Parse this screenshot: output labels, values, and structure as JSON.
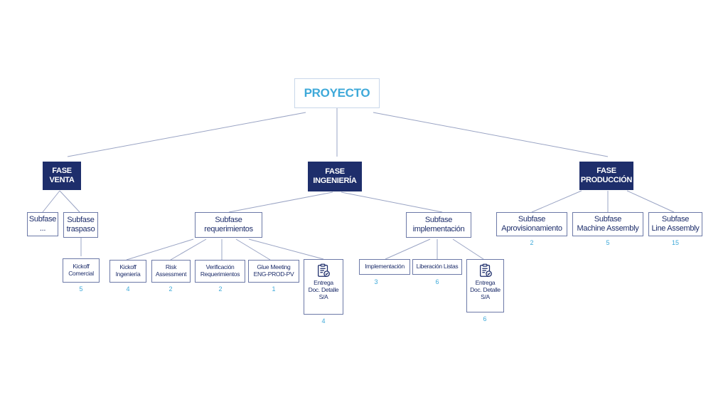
{
  "root": {
    "label": "PROYECTO"
  },
  "phases": {
    "venta": {
      "label": "FASE\nVENTA"
    },
    "ingenieria": {
      "label": "FASE\nINGENIERÍA"
    },
    "produccion": {
      "label": "FASE\nPRODUCCIÓN"
    }
  },
  "subphases": {
    "sub_dots": {
      "label": "Subfase\n..."
    },
    "sub_traspaso": {
      "label": "Subfase\ntraspaso"
    },
    "sub_requerimientos": {
      "label": "Subfase\nrequerimientos"
    },
    "sub_implementacion": {
      "label": "Subfase\nimplementación"
    },
    "sub_aprovisionamiento": {
      "label": "Subfase\nAprovisionamiento",
      "count": "2"
    },
    "sub_machine": {
      "label": "Subfase\nMachine Assembly",
      "count": "5"
    },
    "sub_line": {
      "label": "Subfase\nLine Assembly",
      "count": "15"
    }
  },
  "tasks": {
    "kickoff_comercial": {
      "label": "Kickoff\nComercial",
      "count": "5"
    },
    "kickoff_ingenieria": {
      "label": "Kickoff\nIngeniería",
      "count": "4"
    },
    "risk_assessment": {
      "label": "Risk\nAssessment",
      "count": "2"
    },
    "verificacion": {
      "label": "Verificación\nRequerimientos",
      "count": "2"
    },
    "glue_meeting": {
      "label": "Glue Meeting\nENG-PROD-PV",
      "count": "1"
    },
    "entrega_req": {
      "label": "Entrega\nDoc. Detalle\nS/A",
      "count": "4",
      "icon": "clipboard-check-icon"
    },
    "implementacion": {
      "label": "Implementación",
      "count": "3"
    },
    "liberacion": {
      "label": "Liberación Listas",
      "count": "6"
    },
    "entrega_impl": {
      "label": "Entrega\nDoc. Detalle\nS/A",
      "count": "6",
      "icon": "clipboard-check-icon"
    }
  },
  "colors": {
    "root_text": "#3ea9d9",
    "phase_bg": "#1e2e6b",
    "node_text": "#1e2e6b",
    "count_text": "#3ea9d9",
    "connector": "#9aa4c4"
  }
}
